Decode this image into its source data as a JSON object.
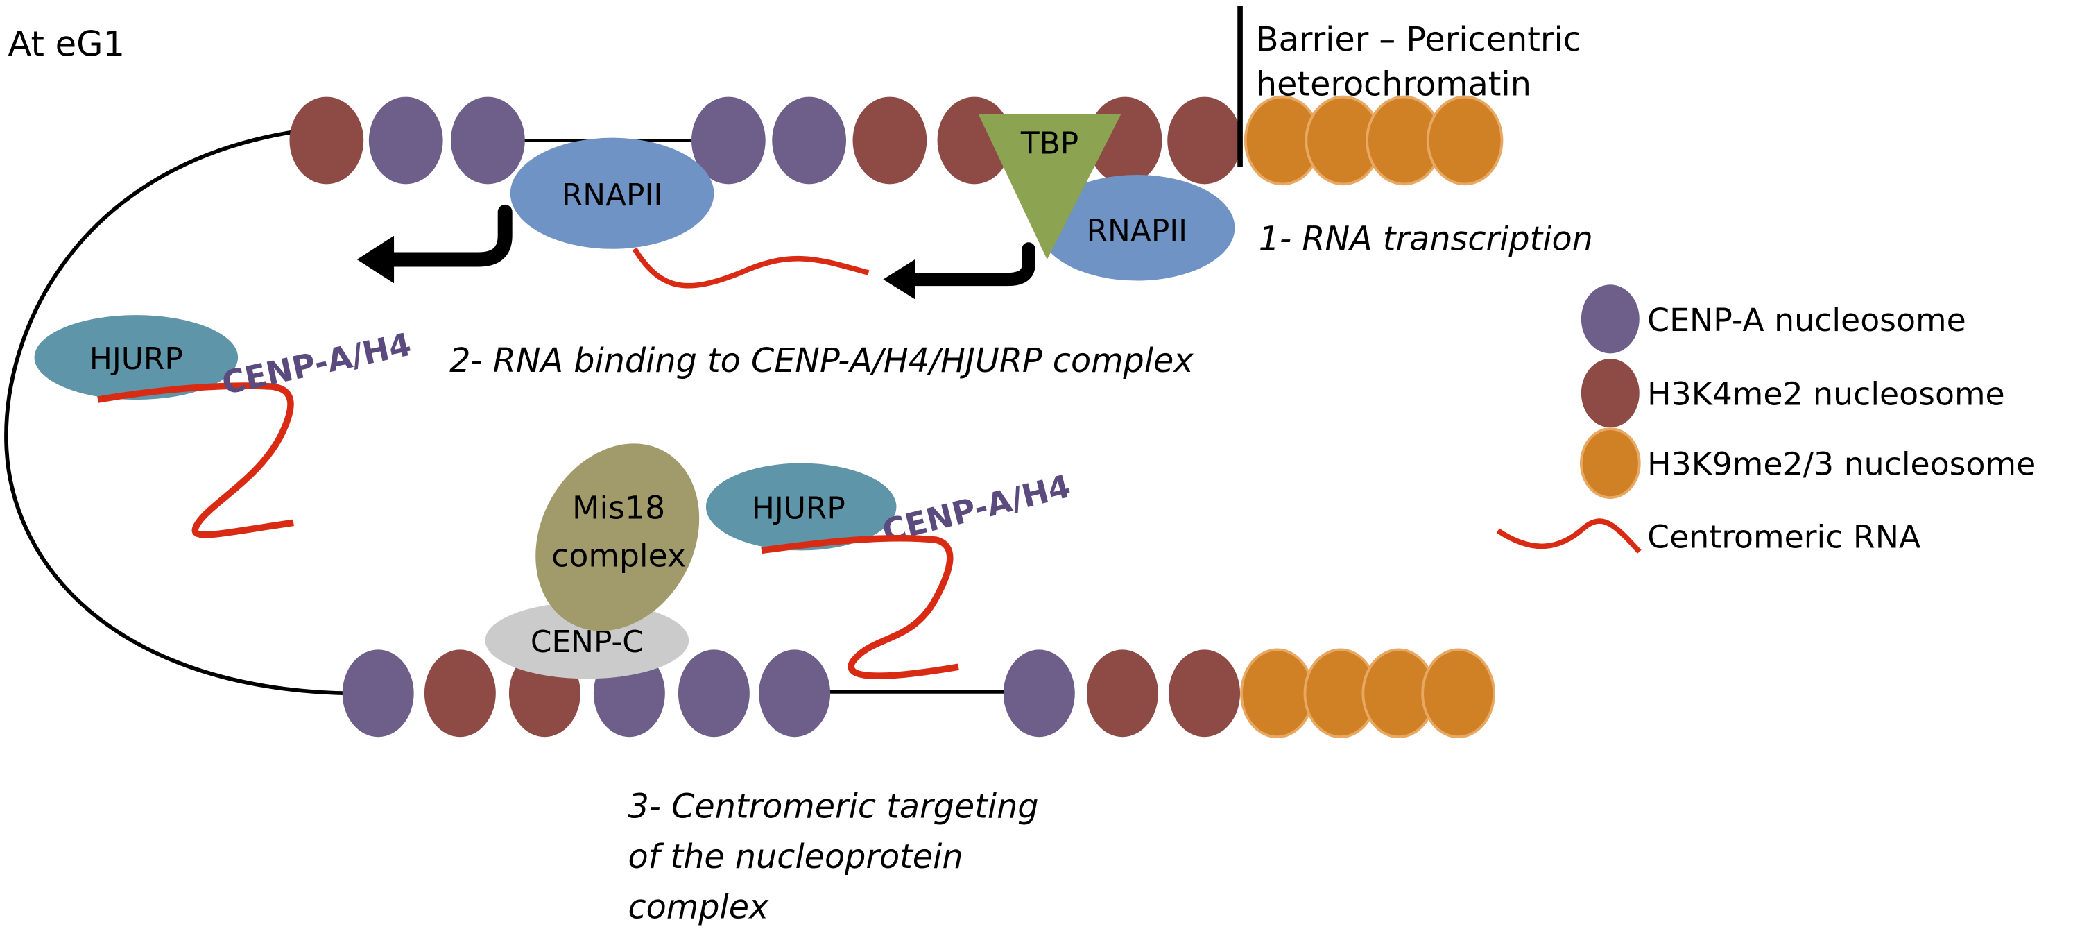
{
  "figure": {
    "title": "At eG1",
    "barrier_label_line1": "Barrier – Pericentric",
    "barrier_label_line2": "heterochromatin"
  },
  "colors": {
    "cenp_a": "#6e5f8a",
    "h3k4me2": "#8e4a45",
    "h3k9me": "#d08125",
    "h3k9me_edge": "#e8a862",
    "rnapii": "#6f93c5",
    "tbp": "#8ca352",
    "hjurp": "#5e95a9",
    "mis18": "#a19a6a",
    "cenp_c": "#cbcbcb",
    "rna": "#d92b14",
    "cenp_a_h4_text": "#5b4a7e"
  },
  "top_chromatin": {
    "nucleosomes": [
      "H3K4me2",
      "CENP-A",
      "CENP-A",
      "CENP-A",
      "CENP-A",
      "H3K4me2",
      "H3K4me2",
      "H3K4me2",
      "H3K4me2"
    ],
    "heterochromatin": [
      "H3K9me2/3",
      "H3K9me2/3",
      "H3K9me2/3",
      "H3K9me2/3"
    ]
  },
  "bottom_chromatin": {
    "nucleosomes": [
      "CENP-A",
      "H3K4me2",
      "H3K4me2",
      "CENP-A",
      "CENP-A",
      "CENP-A",
      "CENP-A",
      "H3K4me2",
      "H3K4me2"
    ],
    "heterochromatin": [
      "H3K9me2/3",
      "H3K9me2/3",
      "H3K9me2/3",
      "H3K9me2/3"
    ]
  },
  "proteins": {
    "rnapii_1": "RNAPII",
    "rnapii_2": "RNAPII",
    "tbp": "TBP",
    "hjurp_1": "HJURP",
    "hjurp_2": "HJURP",
    "cenp_a_h4_1": "CENP-A/H4",
    "cenp_a_h4_2": "CENP-A/H4",
    "mis18_line1": "Mis18",
    "mis18_line2": "complex",
    "cenp_c": "CENP-C"
  },
  "steps": {
    "step1": "1- RNA transcription",
    "step2": "2- RNA binding to CENP-A/H4/HJURP complex",
    "step3_line1": "3- Centromeric targeting",
    "step3_line2": "of the nucleoprotein",
    "step3_line3": "complex"
  },
  "legend": {
    "items": [
      {
        "label": "CENP-A nucleosome",
        "symbol": "cenp_a"
      },
      {
        "label": "H3K4me2 nucleosome",
        "symbol": "h3k4me2"
      },
      {
        "label": "H3K9me2/3 nucleosome",
        "symbol": "h3k9me"
      },
      {
        "label": "Centromeric RNA",
        "symbol": "rna"
      }
    ]
  }
}
